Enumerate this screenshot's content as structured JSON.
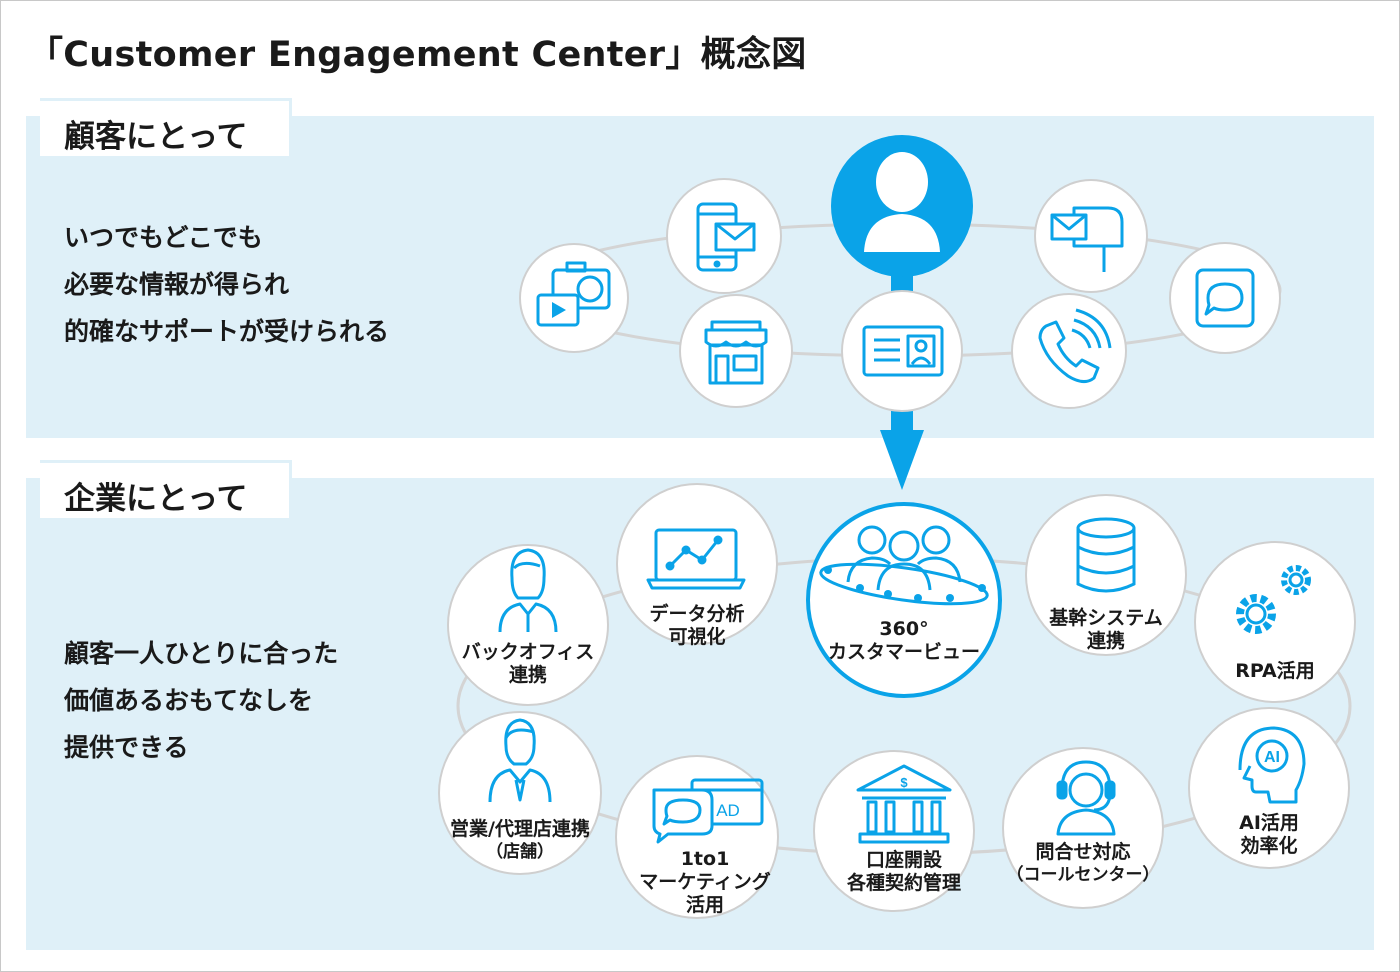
{
  "title": "「Customer Engagement Center」概念図",
  "customer_section": {
    "tab_label": "顧客にとって",
    "description": [
      "いつでもどこでも",
      "必要な情報が得られ",
      "的確なサポートが受けられる"
    ]
  },
  "company_section": {
    "tab_label": "企業にとって",
    "description": [
      "顧客一人ひとりに合った",
      "価値あるおもてなしを",
      "提供できる"
    ]
  },
  "company_nodes": {
    "backoffice": [
      "バックオフィス",
      "連携"
    ],
    "analytics": [
      "データ分析",
      "可視化"
    ],
    "customer_view": [
      "360°",
      "カスタマービュー"
    ],
    "core_system": [
      "基幹システム",
      "連携"
    ],
    "rpa": [
      "RPA活用"
    ],
    "sales": [
      "営業/代理店連携",
      "（店舗）"
    ],
    "marketing": [
      "1to1",
      "マーケティング",
      "活用"
    ],
    "account": [
      "口座開設",
      "各種契約管理"
    ],
    "contact_center": [
      "問合せ対応",
      "（コールセンター）"
    ],
    "ai": [
      "AI活用",
      "効率化"
    ]
  },
  "icons": {
    "customer": [
      "camera-video-icon",
      "smartphone-mail-icon",
      "user-icon",
      "mailbox-icon",
      "chat-bubble-icon",
      "store-icon",
      "id-card-icon",
      "phone-call-icon"
    ],
    "company": [
      "businesswoman-icon",
      "line-chart-monitor-icon",
      "group-360-icon",
      "database-icon",
      "gears-icon",
      "businessman-icon",
      "ad-chat-icon",
      "bank-icon",
      "headset-operator-icon",
      "ai-head-icon"
    ]
  },
  "ad_badge_text": "AD",
  "ai_badge_text": "AI",
  "colors": {
    "accent": "#0aa3e8",
    "panel": "#dff0f8",
    "ring": "#d4d4d4",
    "node_border": "#cfcfcf"
  }
}
